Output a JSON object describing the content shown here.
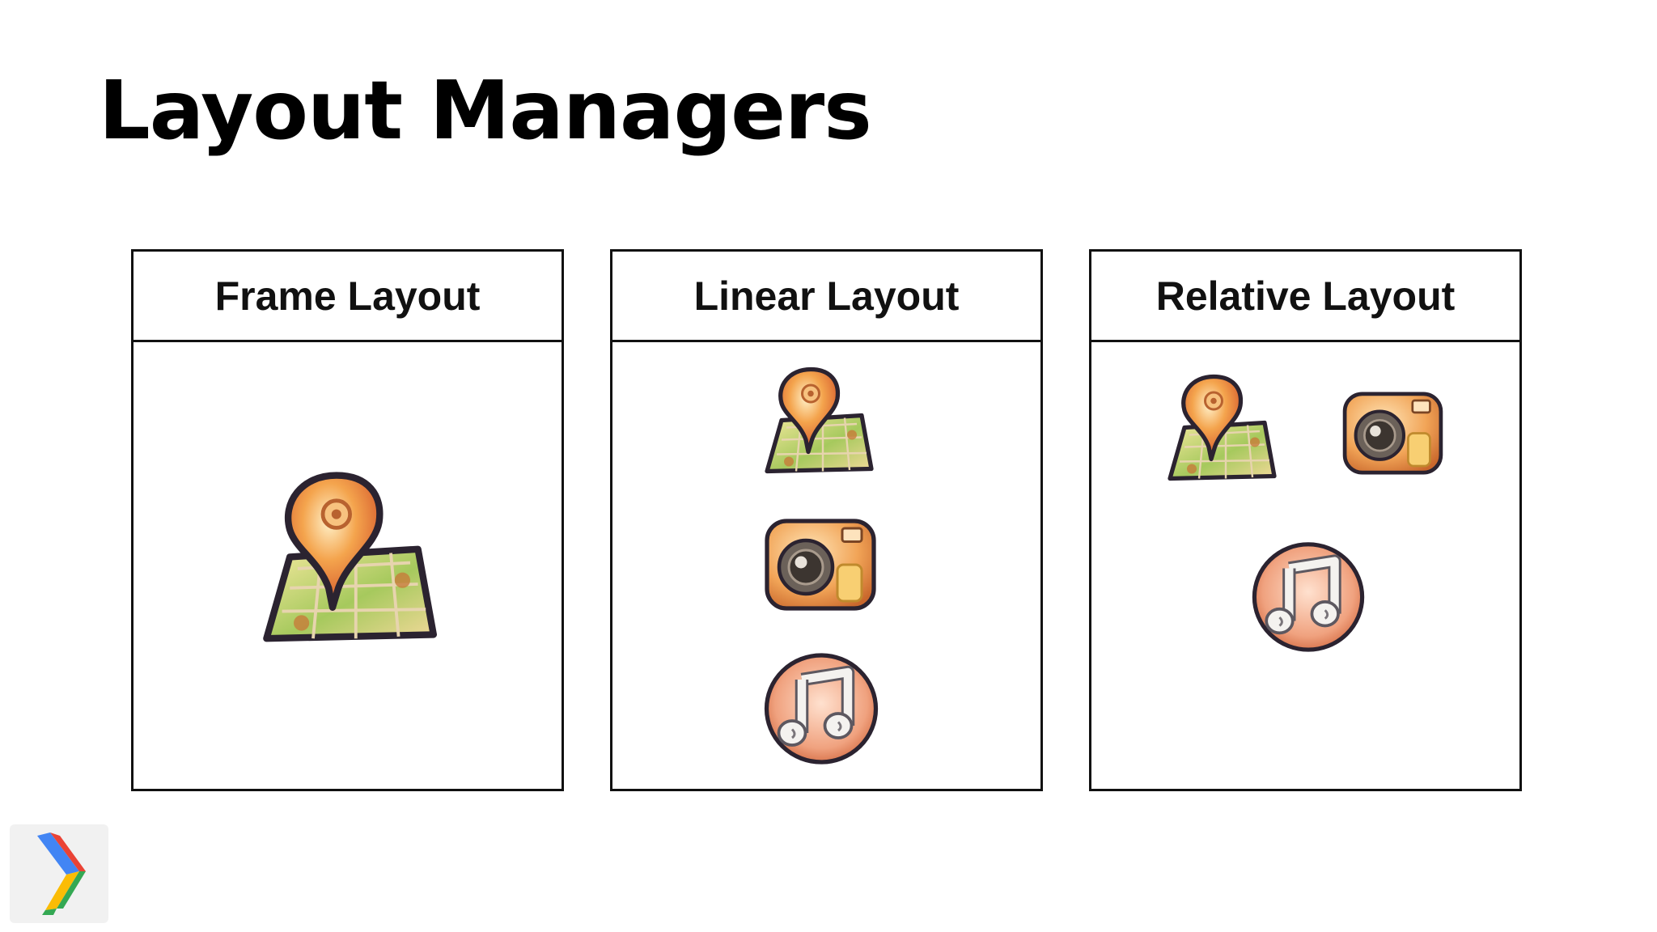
{
  "slide": {
    "title": "Layout Managers"
  },
  "panels": [
    {
      "label": "Frame Layout",
      "icons": [
        "map-pin-icon"
      ]
    },
    {
      "label": "Linear Layout",
      "icons": [
        "map-pin-icon",
        "camera-icon",
        "music-note-icon"
      ]
    },
    {
      "label": "Relative Layout",
      "icons": [
        "map-pin-icon",
        "camera-icon",
        "music-note-icon"
      ]
    }
  ],
  "colors": {
    "border": "#111111",
    "pin": "#e88a3a",
    "map": "#9cc25b",
    "camera": "#f0a25a",
    "music_bg": "#f2a07a",
    "logo_blue": "#4285f4",
    "logo_red": "#ea4335",
    "logo_yellow": "#fbbc05",
    "logo_green": "#34a853"
  }
}
